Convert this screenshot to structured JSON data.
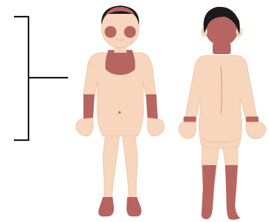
{
  "figure": {
    "colors": {
      "skin": "#f7d6bd",
      "skin_shadow": "#efc4a6",
      "outline": "#e8b898",
      "lesion": "#b66560",
      "lesion_dark": "#9a4e4a",
      "hair": "#1c1a1a",
      "bracket": "#111111",
      "spine": "#d9a77e",
      "navel": "#b5742e"
    },
    "views": [
      {
        "name": "front-view",
        "affected_areas": [
          "face-cheeks",
          "crown",
          "chest",
          "forearms",
          "feet"
        ]
      },
      {
        "name": "back-view",
        "affected_areas": [
          "crown",
          "neck",
          "wrists",
          "lower-legs"
        ]
      }
    ],
    "bracket": {
      "icon": "bracket-icon",
      "label": ""
    }
  }
}
